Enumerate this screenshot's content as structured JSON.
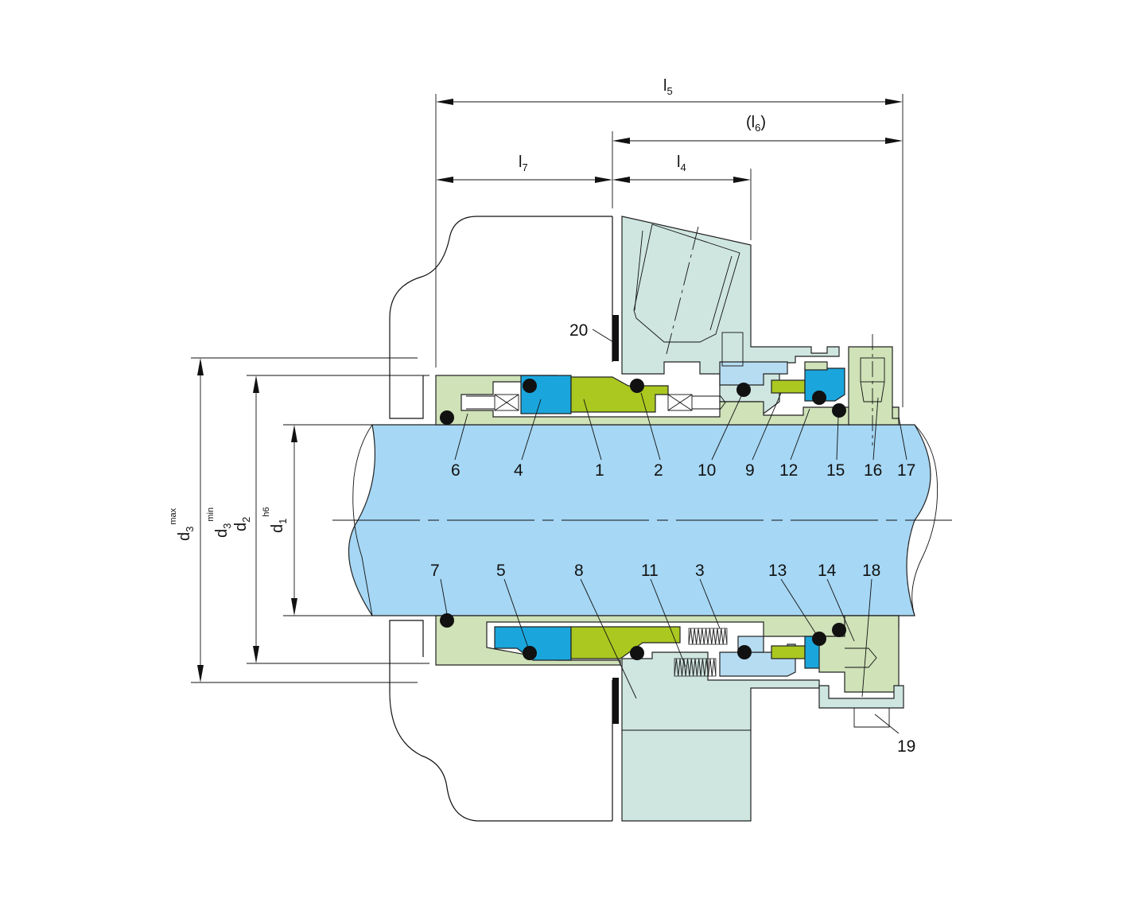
{
  "colors": {
    "shaft": "#a6d7f4",
    "housing": "#cfe6e0",
    "sleeve": "#cfe2b8",
    "seal_face": "#aac820",
    "seat": "#1aa6dc",
    "oring": "#111111",
    "light_blue": "#b6dcf2"
  },
  "part_labels": [
    {
      "text": "20"
    },
    {
      "text": "6"
    },
    {
      "text": "4"
    },
    {
      "text": "1"
    },
    {
      "text": "2"
    },
    {
      "text": "10"
    },
    {
      "text": "9"
    },
    {
      "text": "12"
    },
    {
      "text": "15"
    },
    {
      "text": "16"
    },
    {
      "text": "17"
    },
    {
      "text": "7"
    },
    {
      "text": "5"
    },
    {
      "text": "8"
    },
    {
      "text": "11"
    },
    {
      "text": "3"
    },
    {
      "text": "13"
    },
    {
      "text": "14"
    },
    {
      "text": "18"
    },
    {
      "text": "19"
    }
  ],
  "dimensions": {
    "l5": {
      "main": "l",
      "sub": "5"
    },
    "l6": {
      "open": "(l",
      "sub": "6",
      "close": ")"
    },
    "l7": {
      "main": "l",
      "sub": "7"
    },
    "l4": {
      "main": "l",
      "sub": "4"
    },
    "d3max": {
      "main": "d",
      "sub": "3",
      "sup": "max"
    },
    "d3min": {
      "main": "d",
      "sub": "3",
      "sup": "min"
    },
    "d2": {
      "main": "d",
      "sub": "2"
    },
    "d1": {
      "main": "d",
      "sub": "1",
      "sup": "h6"
    }
  }
}
